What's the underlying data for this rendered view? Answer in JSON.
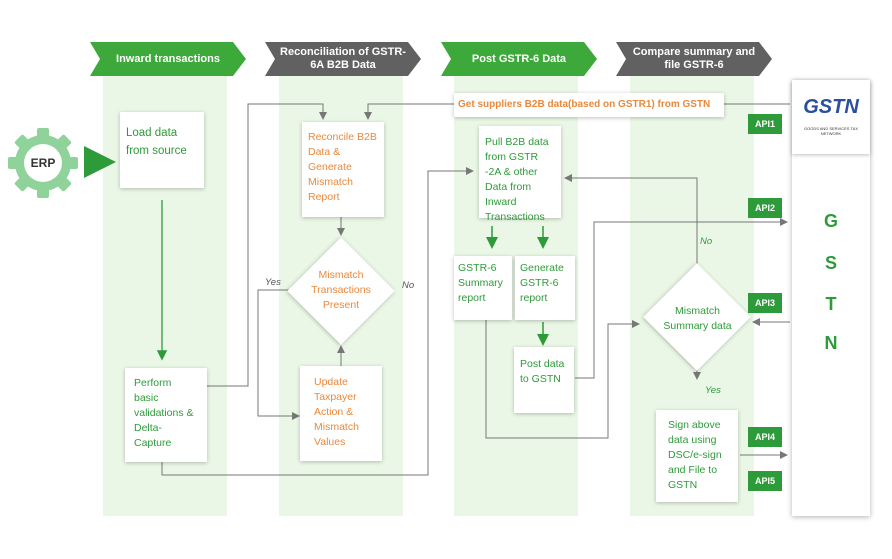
{
  "stages": [
    {
      "label": "Inward transactions"
    },
    {
      "label": "Reconciliation of GSTR-6A B2B Data"
    },
    {
      "label": "Post GSTR-6 Data"
    },
    {
      "label": "Compare summary and file GSTR-6"
    }
  ],
  "erp": {
    "label": "ERP"
  },
  "boxes": {
    "load_data": "Load data from source",
    "validations": "Perform basic validations & Delta-Capture",
    "reconcile": "Reconcile B2B Data & Generate Mismatch Report",
    "update_taxpayer": "Update Taxpayer Action & Mismatch Values",
    "get_suppliers": "Get suppliers B2B data(based on GSTR1) from GSTN",
    "pull_b2b": "Pull B2B data from GSTR -2A & other Data from Inward Transactions",
    "gstr6_summary": "GSTR-6 Summary report",
    "generate_gstr6": "Generate GSTR-6 report",
    "post_data": "Post data to GSTN",
    "sign_file": "Sign above data using DSC/e-sign and File to GSTN"
  },
  "decisions": {
    "mismatch_tx": "Mismatch Transactions Present",
    "mismatch_summary": "Mismatch Summary data"
  },
  "edge_labels": {
    "yes1": "Yes",
    "no1": "No",
    "no2": "No",
    "yes2": "Yes"
  },
  "apis": [
    "API1",
    "API2",
    "API3",
    "API4",
    "API5"
  ],
  "gstn": {
    "letters": [
      "G",
      "S",
      "T",
      "N"
    ],
    "logo_text": "GSTN",
    "logo_caption": "GOODS AND SERVICES TAX NETWORK"
  },
  "colors": {
    "green": "#2e9b3a",
    "orange": "#e8893c",
    "grey_chevron": "#616161",
    "lane": "#eaf7e6"
  }
}
